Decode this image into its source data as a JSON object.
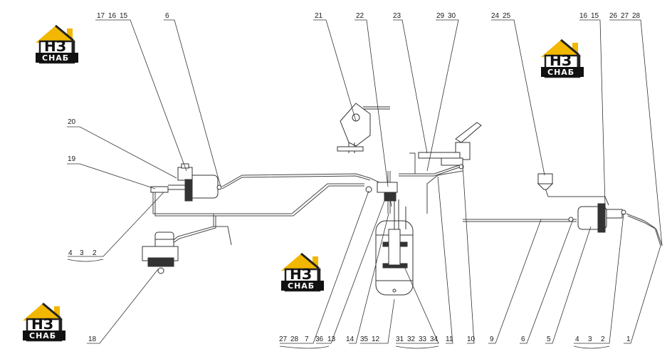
{
  "logo": {
    "letters": "НЗ",
    "word": "СНАБ",
    "colors": {
      "roof": "#f2b700",
      "frame": "#222222",
      "band": "#111111"
    }
  },
  "callouts": {
    "c17": "17",
    "c16a": "16",
    "c15a": "15",
    "c6a": "6",
    "c21": "21",
    "c22": "22",
    "c23": "23",
    "c29": "29",
    "c30": "30",
    "c24": "24",
    "c25": "25",
    "c16b": "16",
    "c15b": "15",
    "c26": "26",
    "c27a": "27",
    "c28a": "28",
    "c20": "20",
    "c19": "19",
    "c4a": "4",
    "c3a": "3",
    "c2a": "2",
    "c18": "18",
    "c27b": "27",
    "c28b": "28",
    "c7": "7",
    "c36": "36",
    "c13": "13",
    "c14": "14",
    "c35": "35",
    "c12": "12",
    "c31": "31",
    "c32": "32",
    "c33": "33",
    "c34": "34",
    "c11": "11",
    "c10": "10",
    "c9": "9",
    "c6b": "6",
    "c5": "5",
    "c4b": "4",
    "c3b": "3",
    "c2b": "2",
    "c1": "1"
  }
}
